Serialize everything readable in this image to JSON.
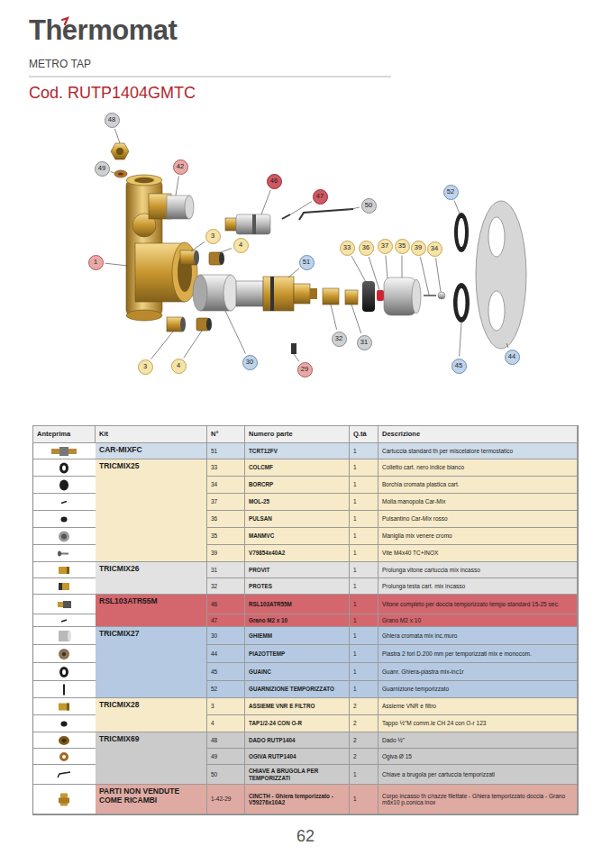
{
  "diagram": {
    "title": "Cod. RUTP1404GMTC",
    "nodes": [
      {
        "text": [
          "48"
        ]
      },
      {
        "text": [
          "49"
        ]
      },
      {
        "text": [
          "42"
        ]
      },
      {
        "text": [
          "46"
        ]
      },
      {
        "text": [
          "52"
        ]
      },
      {
        "text": [
          "47"
        ]
      },
      {
        "text": [
          "50"
        ]
      },
      {
        "text": [
          "3"
        ]
      },
      {
        "text": [
          "4"
        ]
      },
      {
        "text": [
          "37"
        ]
      },
      {
        "text": [
          "35"
        ]
      },
      {
        "text": [
          "33"
        ]
      },
      {
        "text": [
          "36"
        ]
      },
      {
        "text": [
          "39"
        ]
      },
      {
        "text": [
          "34"
        ]
      },
      {
        "text": [
          "1"
        ]
      },
      {
        "text": [
          "51"
        ]
      },
      {
        "text": [
          "32"
        ]
      },
      {
        "text": [
          "31"
        ]
      },
      {
        "text": [
          "44"
        ]
      },
      {
        "text": [
          "30"
        ]
      },
      {
        "text": [
          "4"
        ]
      },
      {
        "text": [
          "45"
        ]
      },
      {
        "text": [
          "3"
        ]
      },
      {
        "text": [
          "29"
        ]
      }
    ],
    "labels": [
      "Thermomat",
      "METRO TAP",
      "Anteprima",
      "Kit",
      "N°",
      "Numero parte",
      "Q.tà",
      "Descrizione",
      "CAR-MIXFC",
      "51",
      "TCRT12FV",
      "1",
      "Cartuccia standard th per miscelatore termostatico",
      "TRICMIX25",
      "33",
      "COLCMF",
      "1",
      "Colletto cart. nero indice bianco",
      "34",
      "BORCRP",
      "1",
      "Borchia cromata plastica cart.",
      "37",
      "MOL-25",
      "1",
      "Molla manopola Car-Mix",
      "36",
      "PULSAN",
      "1",
      "Pulsantino Car-Mix rosso",
      "35",
      "MANMVC",
      "1",
      "Maniglia mix venere cromo",
      "39",
      "V79854x40A2",
      "1",
      "Vite M4x40 TC+INOX",
      "TRICMIX26",
      "31",
      "PROVIT",
      "1",
      "Prolunga vitone cartuccia mix incasso",
      "32",
      "PROTES",
      "1",
      "Prolunga testa cart. mix incasso",
      "RSL103ATR55M",
      "46",
      "RSL103ATR55M",
      "1",
      "Vitone completo per doccia temporizzato tempo standard 15-25 sec.",
      "47",
      "Grano M2 x 10",
      "1",
      "Grano M2 x 10",
      "TRICMIX27",
      "30",
      "GHIEMM",
      "1",
      "Ghiera cromata mix inc.muro",
      "44",
      "PIA2OTTEMP",
      "1",
      "Piastra 2 fori D.200 mm per temporizzati mix e monocom.",
      "45",
      "GUAINC",
      "1",
      "Guanr. Ghiera-piastra mix-inc1r",
      "52",
      "GUARNIZIONE TEMPORIZZATO",
      "1",
      "Guarnizione temporizzato",
      "TRICMIX28",
      "3",
      "ASSIEME VNR E FILTRO",
      "2",
      "Assieme VNR e filtro",
      "4",
      "TAP1/2-24 CON O-R",
      "2",
      "Tappo ½\"M comm.le CH 24 con O-r 123",
      "TRICMIX69",
      "48",
      "DADO RUTP1404",
      "2",
      "Dado ½\"",
      "49",
      "OGIVA RUTP1404",
      "2",
      "Ogiva Ø 15",
      "50",
      "CHIAVE A BRUGOLA PER TEMPORIZZATI",
      "1",
      "Chiave a brugola per cartuccia temporizzati",
      "PARTI NON VENDUTE COME RICAMBI",
      "1-42-29",
      "CINCTH - Ghiera temporizzato - V59276x10A2",
      "1",
      "Corpo incasso th c/razze filettate - Ghiera temporizzato doccia - Grano m6x10 p.conica inox",
      "62"
    ]
  }
}
